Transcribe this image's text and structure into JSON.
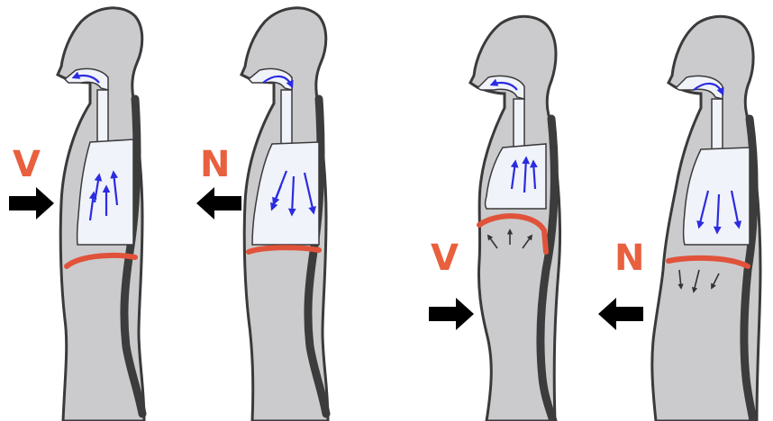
{
  "colors": {
    "body_fill": "#cbcbcd",
    "body_outline": "#3a3a3a",
    "spine": "#3c3c3c",
    "lung_fill": "#f1f3fa",
    "diaphragm": "#e0533a",
    "airflow_arrow": "#2b2be0",
    "pressure_arrow": "#333333",
    "label": "#e8603e",
    "direction_arrow": "#000000"
  },
  "figures": [
    {
      "name": "chest-inhale",
      "label": "V",
      "direction_arrow": "right",
      "lung_airflow": "up",
      "diaphragm_arrows": "none"
    },
    {
      "name": "chest-exhale",
      "label": "N",
      "direction_arrow": "left",
      "lung_airflow": "down",
      "diaphragm_arrows": "none"
    },
    {
      "name": "abdomen-inhale",
      "label": "V",
      "direction_arrow": "right",
      "lung_airflow": "up",
      "diaphragm_arrows": "up"
    },
    {
      "name": "abdomen-exhale",
      "label": "N",
      "direction_arrow": "left",
      "lung_airflow": "down",
      "diaphragm_arrows": "down"
    }
  ]
}
